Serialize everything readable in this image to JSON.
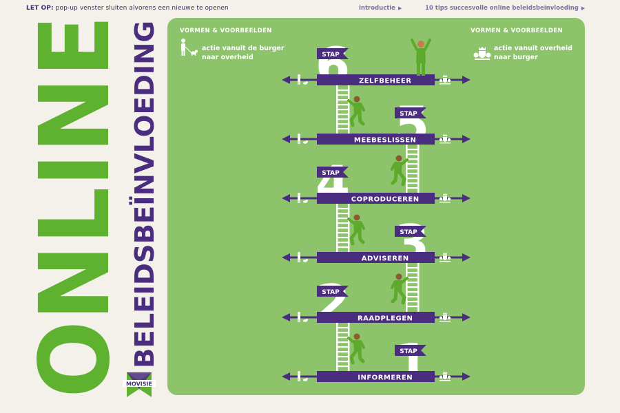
{
  "notice": {
    "label": "LET OP:",
    "text": " pop-up venster sluiten alvorens een nieuwe te openen"
  },
  "nav": [
    {
      "label": "introductie"
    },
    {
      "label": "10 tips succesvolle online beleidsbeïnvloeding"
    }
  ],
  "title": {
    "main": "ONLINE",
    "sub": "BELEIDSBEÏNVLOEDING"
  },
  "logo": {
    "text": "MOVISIE"
  },
  "left_column": {
    "heading": "VORMEN & VOORBEELDEN",
    "legend": [
      "actie vanuit de burger",
      "naar overheid"
    ],
    "icon": "citizen-with-dog-icon"
  },
  "right_column": {
    "heading": "VORMEN & VOORBEELDEN",
    "legend": [
      "actie vanuit overheid",
      "naar burger"
    ],
    "icon": "royal-crest-icon"
  },
  "step_word": "STAP",
  "steps": [
    {
      "number": "6",
      "label": "ZELFBEHEER"
    },
    {
      "number": "5",
      "label": "MEEBESLISSEN"
    },
    {
      "number": "4",
      "label": "COPRODUCEREN"
    },
    {
      "number": "3",
      "label": "ADVISEREN"
    },
    {
      "number": "2",
      "label": "RAADPLEGEN"
    },
    {
      "number": "1",
      "label": "INFORMEREN"
    }
  ],
  "colors": {
    "purple": "#4b2d7f",
    "green_bg": "#8dc46b",
    "title_green": "#5fb130",
    "figure_green": "#5daa2c",
    "page_bg": "#f4f1eb"
  }
}
